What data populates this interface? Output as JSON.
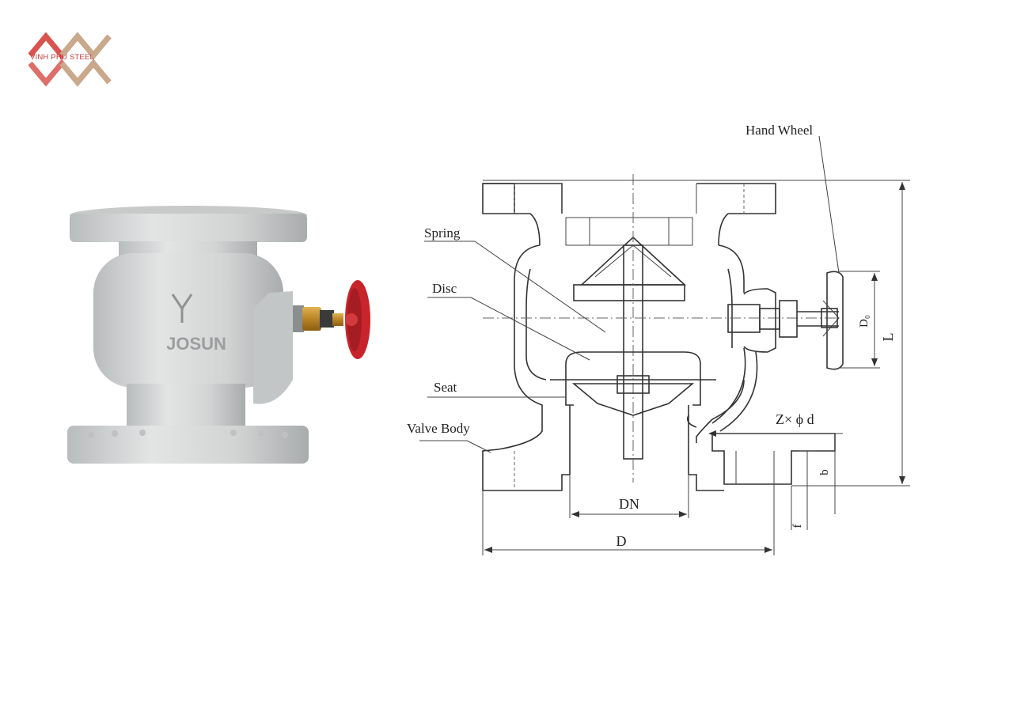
{
  "brand": {
    "name": "VINH PHU STEEL",
    "colors": {
      "red": "#d9534f",
      "tan": "#c9a98c"
    }
  },
  "photo": {
    "body_mark": "JOSUN",
    "body_color": "#d4d6d6",
    "handwheel_color": "#c8242b"
  },
  "drawing": {
    "labels": {
      "hand_wheel": "Hand Wheel",
      "spring": "Spring",
      "disc": "Disc",
      "seat": "Seat",
      "valve_body": "Valve Body"
    },
    "dimensions": {
      "dn": "DN",
      "d": "D",
      "l": "L",
      "do": "D₀",
      "z_phi_d": "Z× ϕ d",
      "b": "b",
      "f": "f"
    }
  }
}
